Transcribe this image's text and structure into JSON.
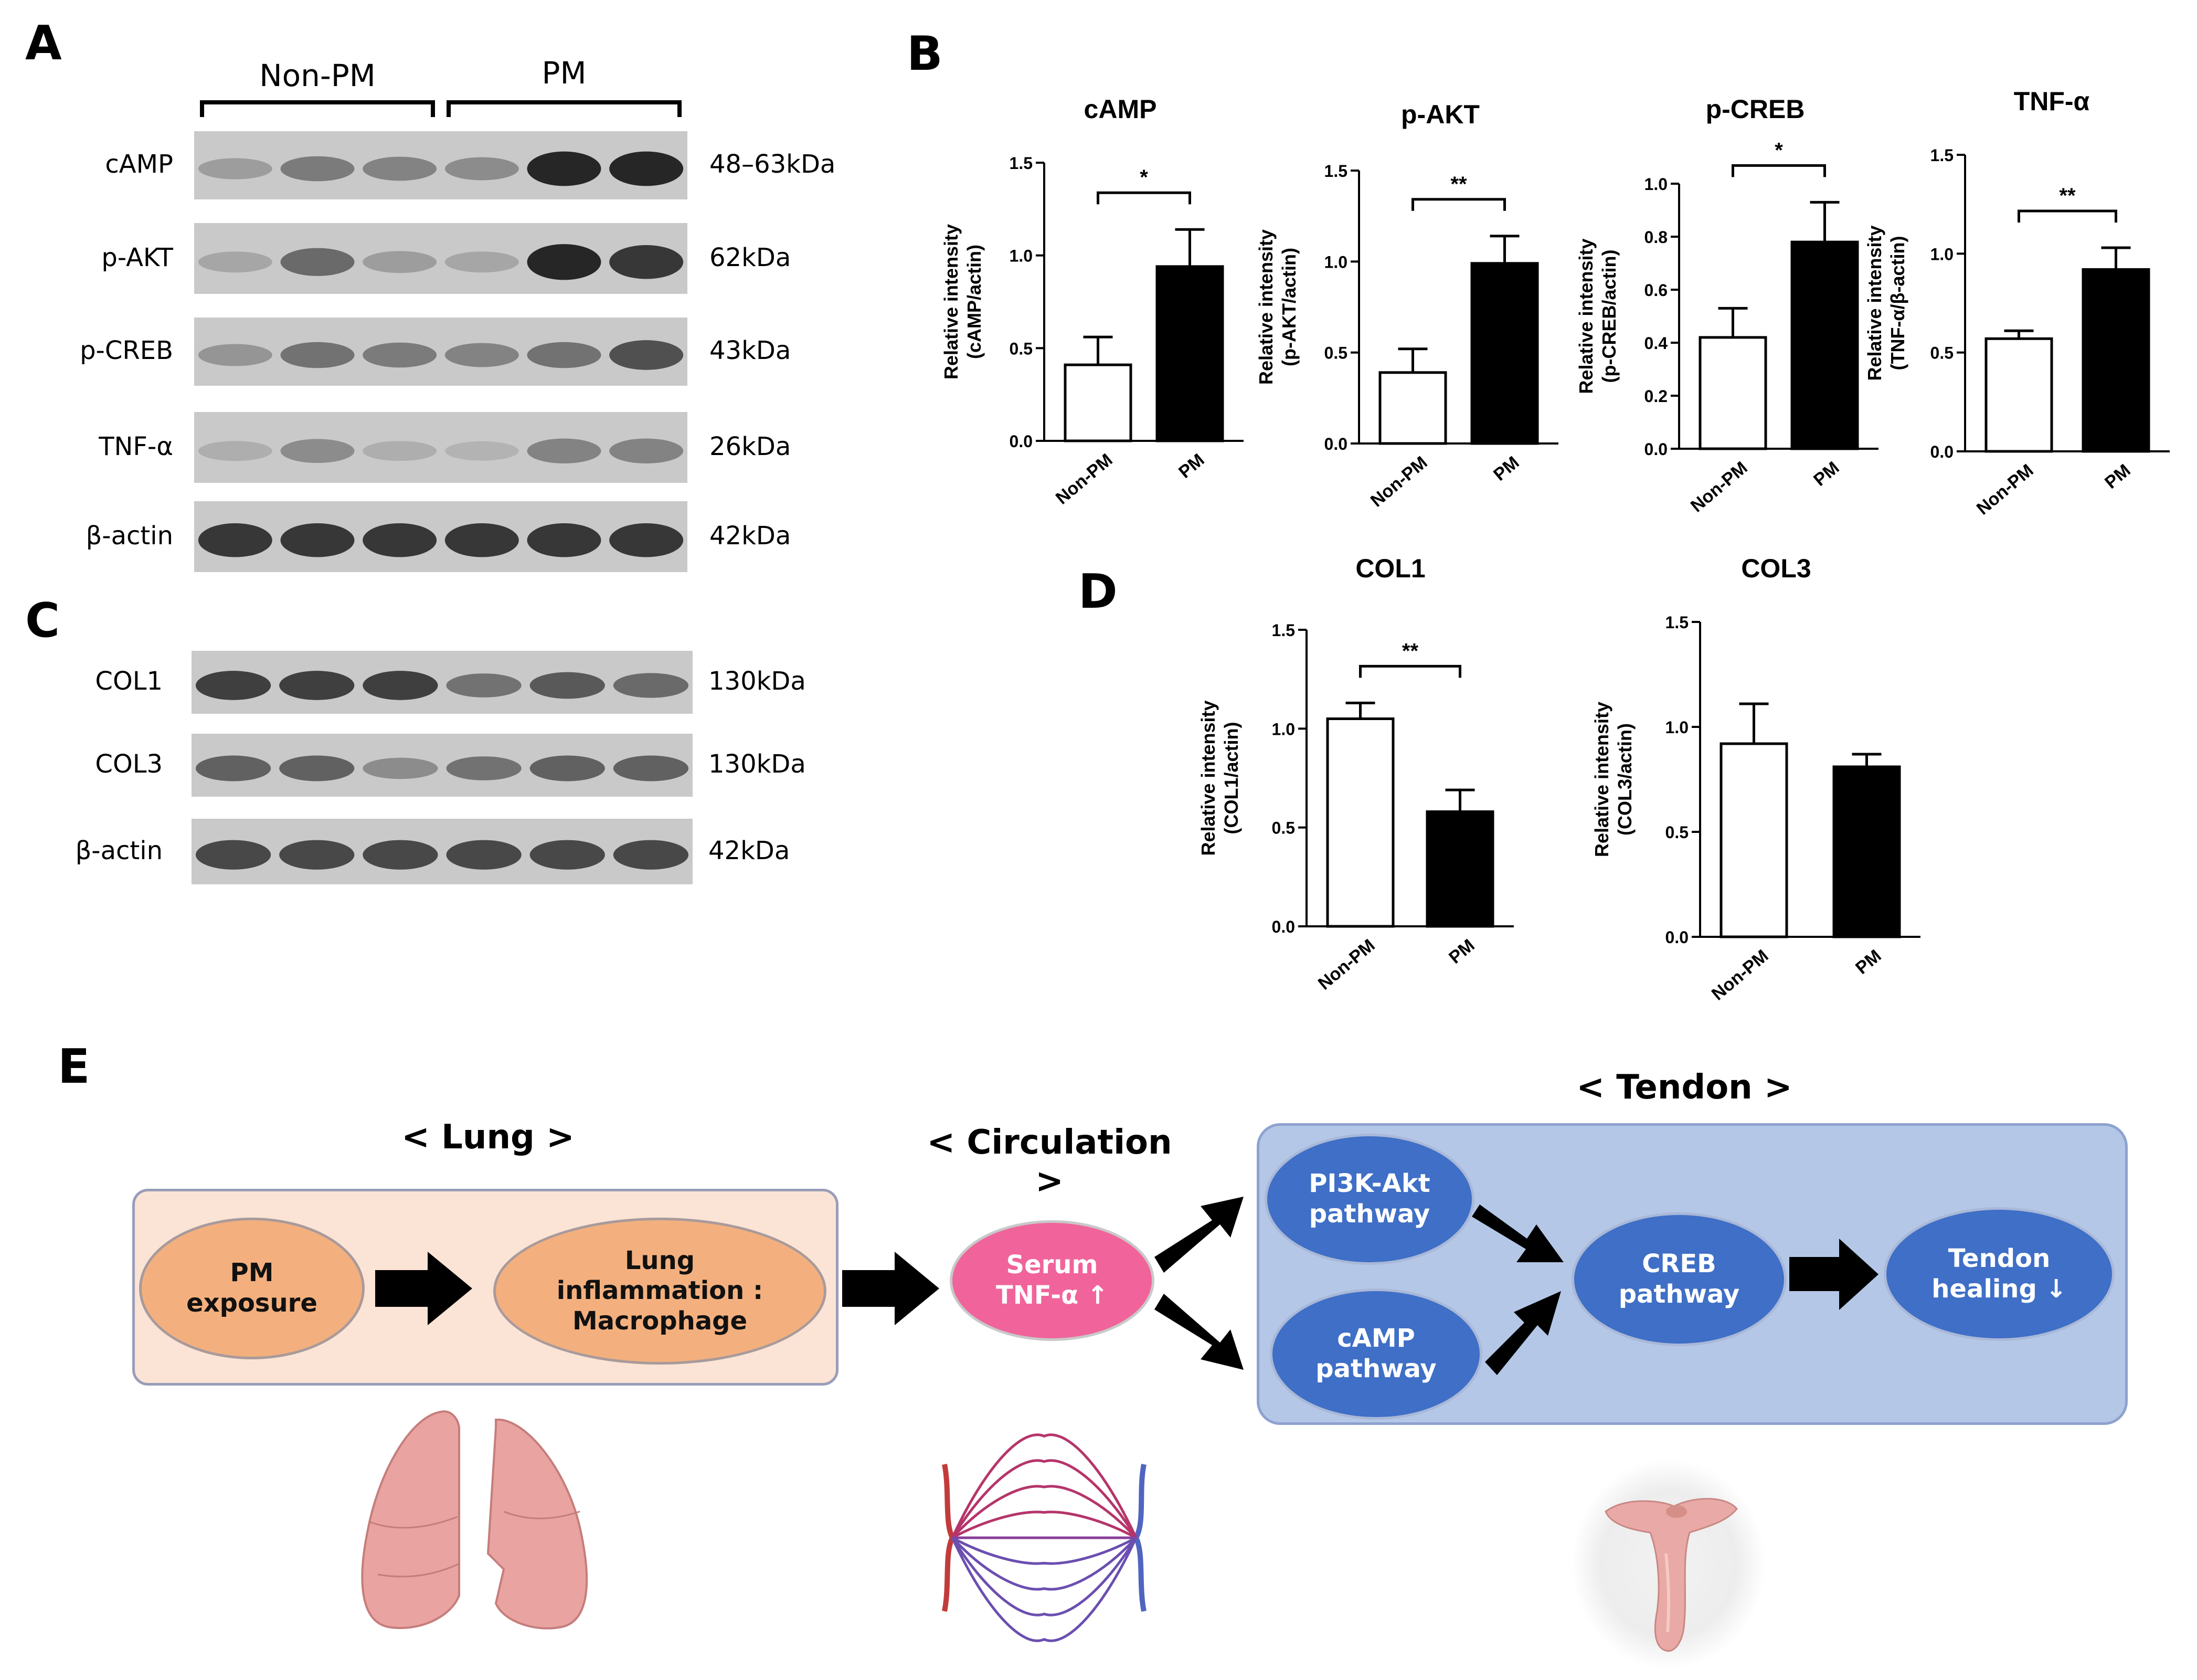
{
  "panels": {
    "a": "A",
    "b": "B",
    "c": "C",
    "d": "D",
    "e": "E"
  },
  "blotA": {
    "groups": [
      "Non-PM",
      "PM"
    ],
    "rows": [
      {
        "label": "cAMP",
        "kda": "48–63kDa"
      },
      {
        "label": "p-AKT",
        "kda": "62kDa"
      },
      {
        "label": "p-CREB",
        "kda": "43kDa"
      },
      {
        "label": "TNF-α",
        "kda": "26kDa"
      },
      {
        "label": "β-actin",
        "kda": "42kDa"
      }
    ]
  },
  "blotC": {
    "rows": [
      {
        "label": "COL1",
        "kda": "130kDa"
      },
      {
        "label": "COL3",
        "kda": "130kDa"
      },
      {
        "label": "β-actin",
        "kda": "42kDa"
      }
    ]
  },
  "colors": {
    "pm_bar": "#000000",
    "nonpm_bar": "#ffffff",
    "lung_box": "#fbe4d5",
    "tendon_box": "#b4c7e7",
    "orange_node": "#f3b07e",
    "blue_node": "#3f6fc6",
    "pink_node": "#f0649b"
  },
  "chart_data": [
    {
      "type": "bar",
      "title": "cAMP",
      "categories": [
        "Non-PM",
        "PM"
      ],
      "values": [
        0.41,
        0.94
      ],
      "errors": [
        0.15,
        0.2
      ],
      "ylabel": "Relative intensity\n(cAMP/actin)",
      "ylim": [
        0,
        1.5
      ],
      "yticks": [
        "0.0",
        "0.5",
        "1.0",
        "1.5"
      ],
      "significance": "*"
    },
    {
      "type": "bar",
      "title": "p-AKT",
      "categories": [
        "Non-PM",
        "PM"
      ],
      "values": [
        0.39,
        0.99
      ],
      "errors": [
        0.13,
        0.15
      ],
      "ylabel": "Relative intensity\n(p-AKT/actin)",
      "ylim": [
        0,
        1.5
      ],
      "yticks": [
        "0.0",
        "0.5",
        "1.0",
        "1.5"
      ],
      "significance": "**"
    },
    {
      "type": "bar",
      "title": "p-CREB",
      "categories": [
        "Non-PM",
        "PM"
      ],
      "values": [
        0.42,
        0.78
      ],
      "errors": [
        0.11,
        0.15
      ],
      "ylabel": "Relative intensity\n(p-CREB/actin)",
      "ylim": [
        0,
        1.0
      ],
      "yticks": [
        "0.0",
        "0.2",
        "0.4",
        "0.6",
        "0.8",
        "1.0"
      ],
      "significance": "*"
    },
    {
      "type": "bar",
      "title": "TNF-α",
      "categories": [
        "Non-PM",
        "PM"
      ],
      "values": [
        0.57,
        0.92
      ],
      "errors": [
        0.04,
        0.11
      ],
      "ylabel": "Relative intensity\n(TNF-α/β-actin)",
      "ylim": [
        0,
        1.5
      ],
      "yticks": [
        "0.0",
        "0.5",
        "1.0",
        "1.5"
      ],
      "significance": "**"
    },
    {
      "type": "bar",
      "title": "COL1",
      "categories": [
        "Non-PM",
        "PM"
      ],
      "values": [
        1.05,
        0.58
      ],
      "errors": [
        0.08,
        0.11
      ],
      "ylabel": "Relative intensity\n(COL1/actin)",
      "ylim": [
        0,
        1.5
      ],
      "yticks": [
        "0.0",
        "0.5",
        "1.0",
        "1.5"
      ],
      "significance": "**"
    },
    {
      "type": "bar",
      "title": "COL3",
      "categories": [
        "Non-PM",
        "PM"
      ],
      "values": [
        0.92,
        0.81
      ],
      "errors": [
        0.19,
        0.06
      ],
      "ylabel": "Relative intensity\n(COL3/actin)",
      "ylim": [
        0,
        1.5
      ],
      "yticks": [
        "0.0",
        "0.5",
        "1.0",
        "1.5"
      ],
      "significance": ""
    }
  ],
  "diagram": {
    "lung_title": "< Lung >",
    "circulation_title": "< Circulation >",
    "tendon_title": "< Tendon >",
    "pm_exposure": "PM\nexposure",
    "lung_inflammation": "Lung\ninflammation :\nMacrophage",
    "serum": "Serum\nTNF-α ↑",
    "pi3k": "PI3K-Akt\npathway",
    "camp": "cAMP\npathway",
    "creb": "CREB\npathway",
    "tendon_healing": "Tendon\nhealing ↓"
  }
}
